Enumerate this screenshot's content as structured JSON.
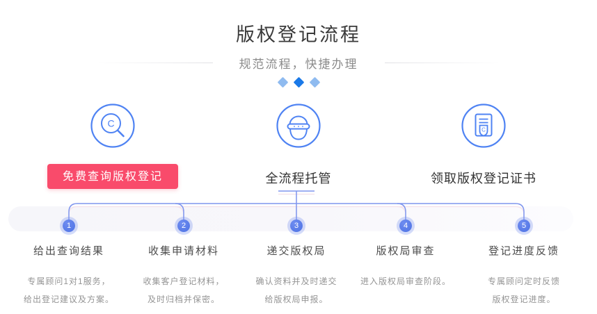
{
  "page": {
    "title": "版权登记流程",
    "subtitle": "规范流程，快捷办理"
  },
  "features": [
    {
      "icon": "copyright-search-icon",
      "icon_letter": "C",
      "label": "免费查询版权登记"
    },
    {
      "icon": "agent-avatar-icon",
      "label": "全流程托管"
    },
    {
      "icon": "certificate-icon",
      "icon_letter": "C",
      "label": "领取版权登记证书"
    }
  ],
  "steps": [
    {
      "number": "1",
      "title": "给出查询结果",
      "desc": [
        "专属顾问1对1服务，",
        "给出登记建议及方案。"
      ]
    },
    {
      "number": "2",
      "title": "收集申请材料",
      "desc": [
        "收集客户登记材料，",
        "及时归档并保密。"
      ]
    },
    {
      "number": "3",
      "title": "递交版权局",
      "desc": [
        "确认资料并及时递交",
        "给版权局申报。"
      ]
    },
    {
      "number": "4",
      "title": "版权局审查",
      "desc": [
        "进入版权局审查阶段。",
        ""
      ]
    },
    {
      "number": "5",
      "title": "登记进度反馈",
      "desc": [
        "专属顾问定时反馈",
        "版权登记进度。"
      ]
    }
  ],
  "colors": {
    "icon_stroke_blue": "#4f83f3",
    "connector_blue": "#7e95ee",
    "connector_shadow_pink": "#f2dce7",
    "step_dot_blue": "#5478e8",
    "button_red": "#f94b6b",
    "diamond_dark_blue": "#1a79e8",
    "diamond_light_blue": "#8fbbf0"
  }
}
